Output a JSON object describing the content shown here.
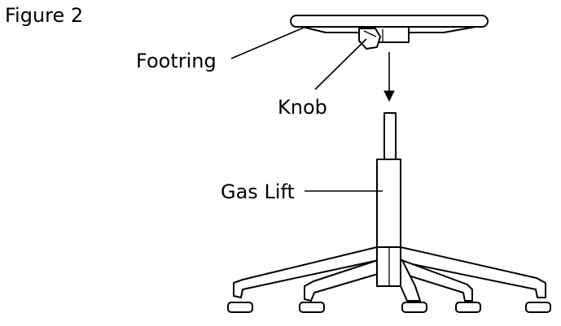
{
  "figure": {
    "title": "Figure 2",
    "labels": {
      "footring": "Footring",
      "knob": "Knob",
      "gas_lift": "Gas Lift"
    }
  }
}
